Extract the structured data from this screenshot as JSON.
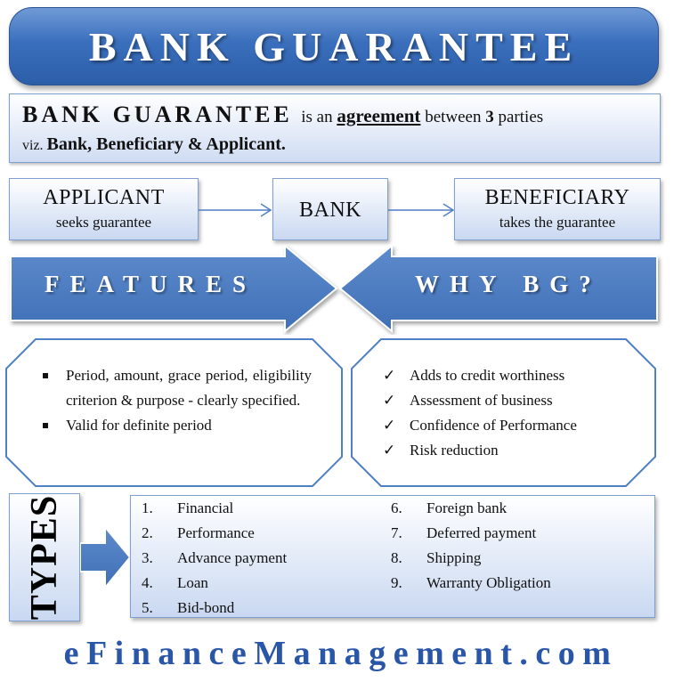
{
  "title": "BANK GUARANTEE",
  "definition": {
    "lead": "BANK GUARANTEE",
    "text_1": "is an",
    "keyword": "agreement",
    "text_2": "between",
    "number": "3",
    "text_3": "parties",
    "viz": "viz.",
    "parties": "Bank, Beneficiary & Applicant."
  },
  "flow": {
    "applicant": {
      "title": "APPLICANT",
      "subtitle": "seeks guarantee"
    },
    "bank": {
      "title": "BANK"
    },
    "beneficiary": {
      "title": "BENEFICIARY",
      "subtitle": "takes the guarantee"
    }
  },
  "sections": {
    "features": "FEATURES",
    "why": "WHY BG?"
  },
  "features": [
    "Period, amount, grace period, eligibility criterion & purpose - clearly specified.",
    "Valid for definite period"
  ],
  "why_bg": [
    "Adds to credit worthiness",
    "Assessment of  business",
    "Confidence of Performance",
    "Risk reduction"
  ],
  "types_label": "TYPES",
  "types": [
    {
      "num": "1.",
      "label": "Financial"
    },
    {
      "num": "2.",
      "label": "Performance"
    },
    {
      "num": "3.",
      "label": "Advance payment"
    },
    {
      "num": "4.",
      "label": "Loan"
    },
    {
      "num": "5.",
      "label": "Bid-bond"
    },
    {
      "num": "6.",
      "label": "Foreign bank"
    },
    {
      "num": "7.",
      "label": "Deferred payment"
    },
    {
      "num": "8.",
      "label": "Shipping"
    },
    {
      "num": "9.",
      "label": "Warranty Obligation"
    }
  ],
  "footer": "eFinanceManagement.com",
  "colors": {
    "banner_blue": "#3a6fbd",
    "arrow_blue": "#4f7fc4",
    "box_border": "#7f9fd0",
    "box_fill": "#c9d8f1",
    "footer_blue": "#2a56a8"
  }
}
